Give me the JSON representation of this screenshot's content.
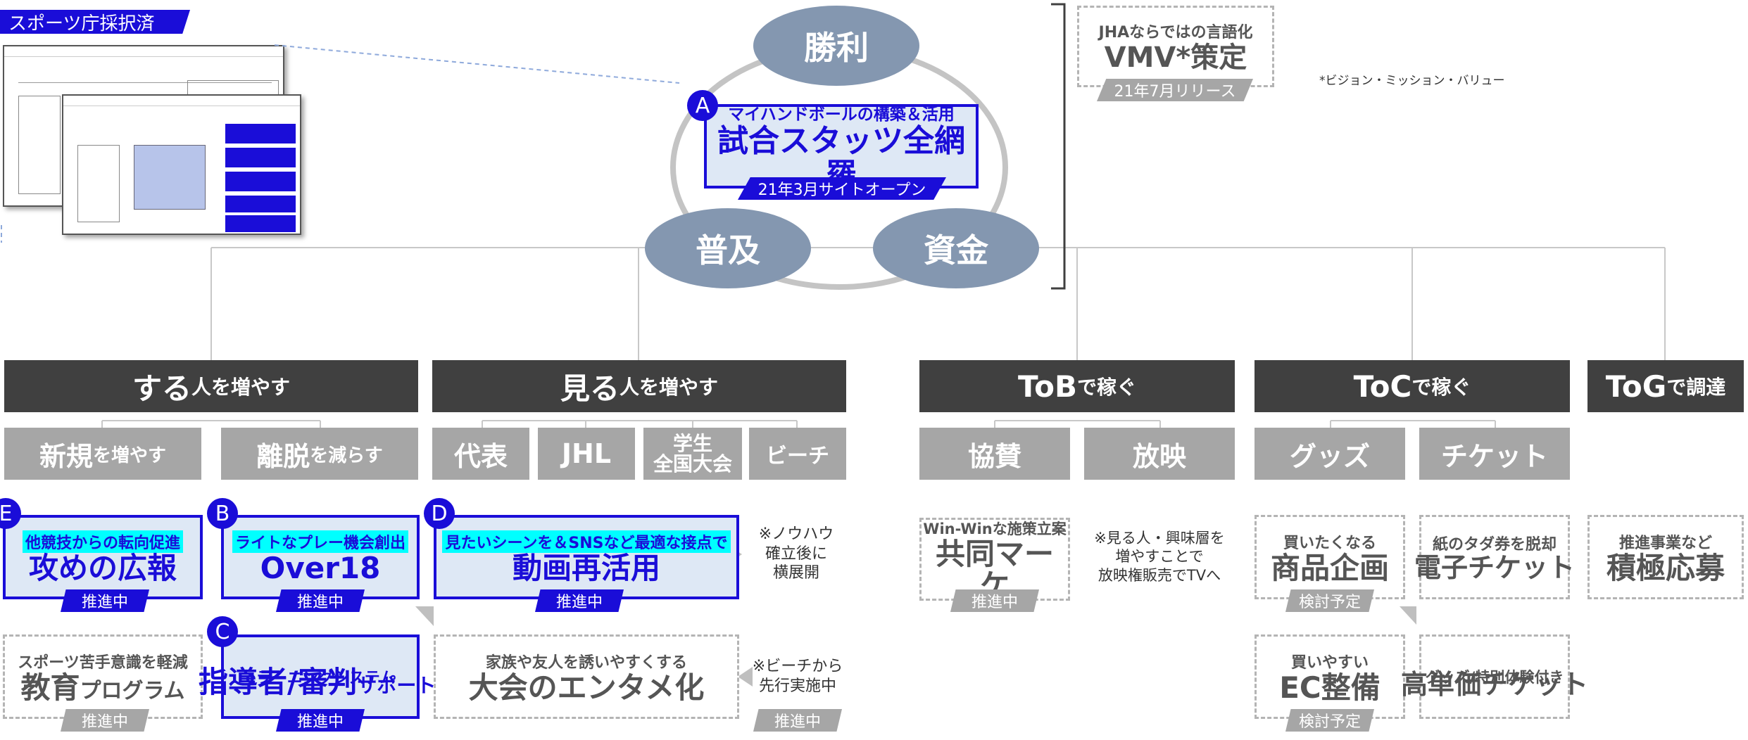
{
  "adopted_label": "スポーツ庁採択済",
  "center": {
    "shouri": "勝利",
    "fukyu": "普及",
    "shikin": "資金",
    "a_marker": "A",
    "a_subtitle": "マイハンドボールの構築＆活用",
    "a_title": "試合スタッツ全網羅",
    "a_release": "21年3月サイトオープン"
  },
  "vmv": {
    "subtitle": "JHAならではの言語化",
    "title": "VMV*策定",
    "release": "21年7月リリース",
    "footnote": "*ビジョン・ミッション・バリュー"
  },
  "columns": [
    {
      "big": "する",
      "small": "人を増やす"
    },
    {
      "big": "見る",
      "small": "人を増やす"
    },
    {
      "big": "ToB",
      "small": "で稼ぐ"
    },
    {
      "big": "ToC",
      "small": "で稼ぐ"
    },
    {
      "big": "ToG",
      "small": "で調達"
    }
  ],
  "subs": {
    "shinki_big": "新規",
    "shinki_small": "を増やす",
    "ridatsu_big": "離脱",
    "ridatsu_small": "を減らす",
    "daihyo": "代表",
    "jhl": "JHL",
    "gakusei_line1": "学生",
    "gakusei_line2": "全国大会",
    "beach": "ビーチ",
    "kyosan": "協賛",
    "hoei": "放映",
    "goods": "グッズ",
    "ticket": "チケット"
  },
  "initiatives": {
    "e": {
      "marker": "E",
      "sub": "他競技からの転向促進",
      "title": "攻めの広報",
      "status": "推進中"
    },
    "b": {
      "marker": "B",
      "sub": "ライトなプレー機会創出",
      "title": "Over18",
      "status": "推進中"
    },
    "d": {
      "marker": "D",
      "sub": "見たいシーンを＆SNSなど最適な接点で",
      "title": "動画再活用",
      "status": "推進中"
    },
    "c": {
      "marker": "C",
      "sub": "eラーニングシステム",
      "title_main": "指導者/審判",
      "title_small": "サポート",
      "status": "推進中"
    },
    "edu": {
      "sub": "スポーツ苦手意識を軽減",
      "title_main": "教育",
      "title_small": "プログラム",
      "status": "推進中"
    },
    "enta": {
      "sub": "家族や友人を誘いやすくする",
      "title": "大会のエンタメ化"
    },
    "kyodo": {
      "sub": "Win-Winな施策立案",
      "title": "共同マーケ",
      "status": "推進中"
    },
    "shohin": {
      "sub": "買いたくなる",
      "title": "商品企画",
      "status": "検討予定"
    },
    "eticket": {
      "sub": "紙のタダ券を脱却",
      "title": "電子チケット"
    },
    "ec": {
      "sub": "買いやすい",
      "title": "EC整備",
      "status": "検討予定"
    },
    "kotanka": {
      "sub": "グッズ/特別体験付き",
      "title": "高単価チケット"
    },
    "sekkyoku": {
      "sub": "推進事業など",
      "title": "積極応募"
    }
  },
  "notes": {
    "knowhow": [
      "※ノウハウ",
      "確立後に",
      "横展開"
    ],
    "mirujin": [
      "※見る人・興味層を",
      "増やすことで",
      "放映権販売でTVへ"
    ],
    "beach_first": [
      "※ビーチから",
      "先行実施中"
    ],
    "beach_status": "推進中"
  },
  "colors": {
    "accent_blue": "#1a0dd8",
    "header_dark": "#404040",
    "sub_gray": "#a6a6a6",
    "ellipse_blue": "#8497b0",
    "highlight_cyan": "#00ffff"
  }
}
